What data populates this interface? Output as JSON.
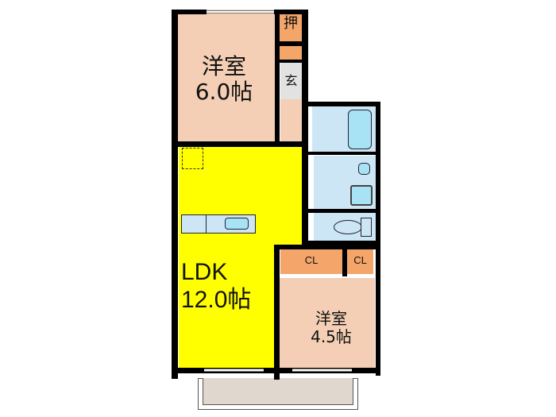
{
  "plan": {
    "colors": {
      "western_room": "#f4cfb5",
      "ldk": "#ffff00",
      "closet": "#f3a56a",
      "entrance": "#e2e2e2",
      "wet_area": "#cde6f6",
      "fixture": "#a8e2f5",
      "balcony": "#e0d8cf",
      "wall": "#000000"
    },
    "rooms": {
      "western_room_1": {
        "name": "洋室",
        "size": "6.0帖"
      },
      "western_room_2": {
        "name": "洋室",
        "size": "4.5帖"
      },
      "ldk": {
        "name": "LDK",
        "size": "12.0帖"
      },
      "oshiire": {
        "label": "押"
      },
      "genkan": {
        "label": "玄"
      },
      "closet_1": {
        "label": "CL"
      },
      "closet_2": {
        "label": "CL"
      }
    }
  }
}
